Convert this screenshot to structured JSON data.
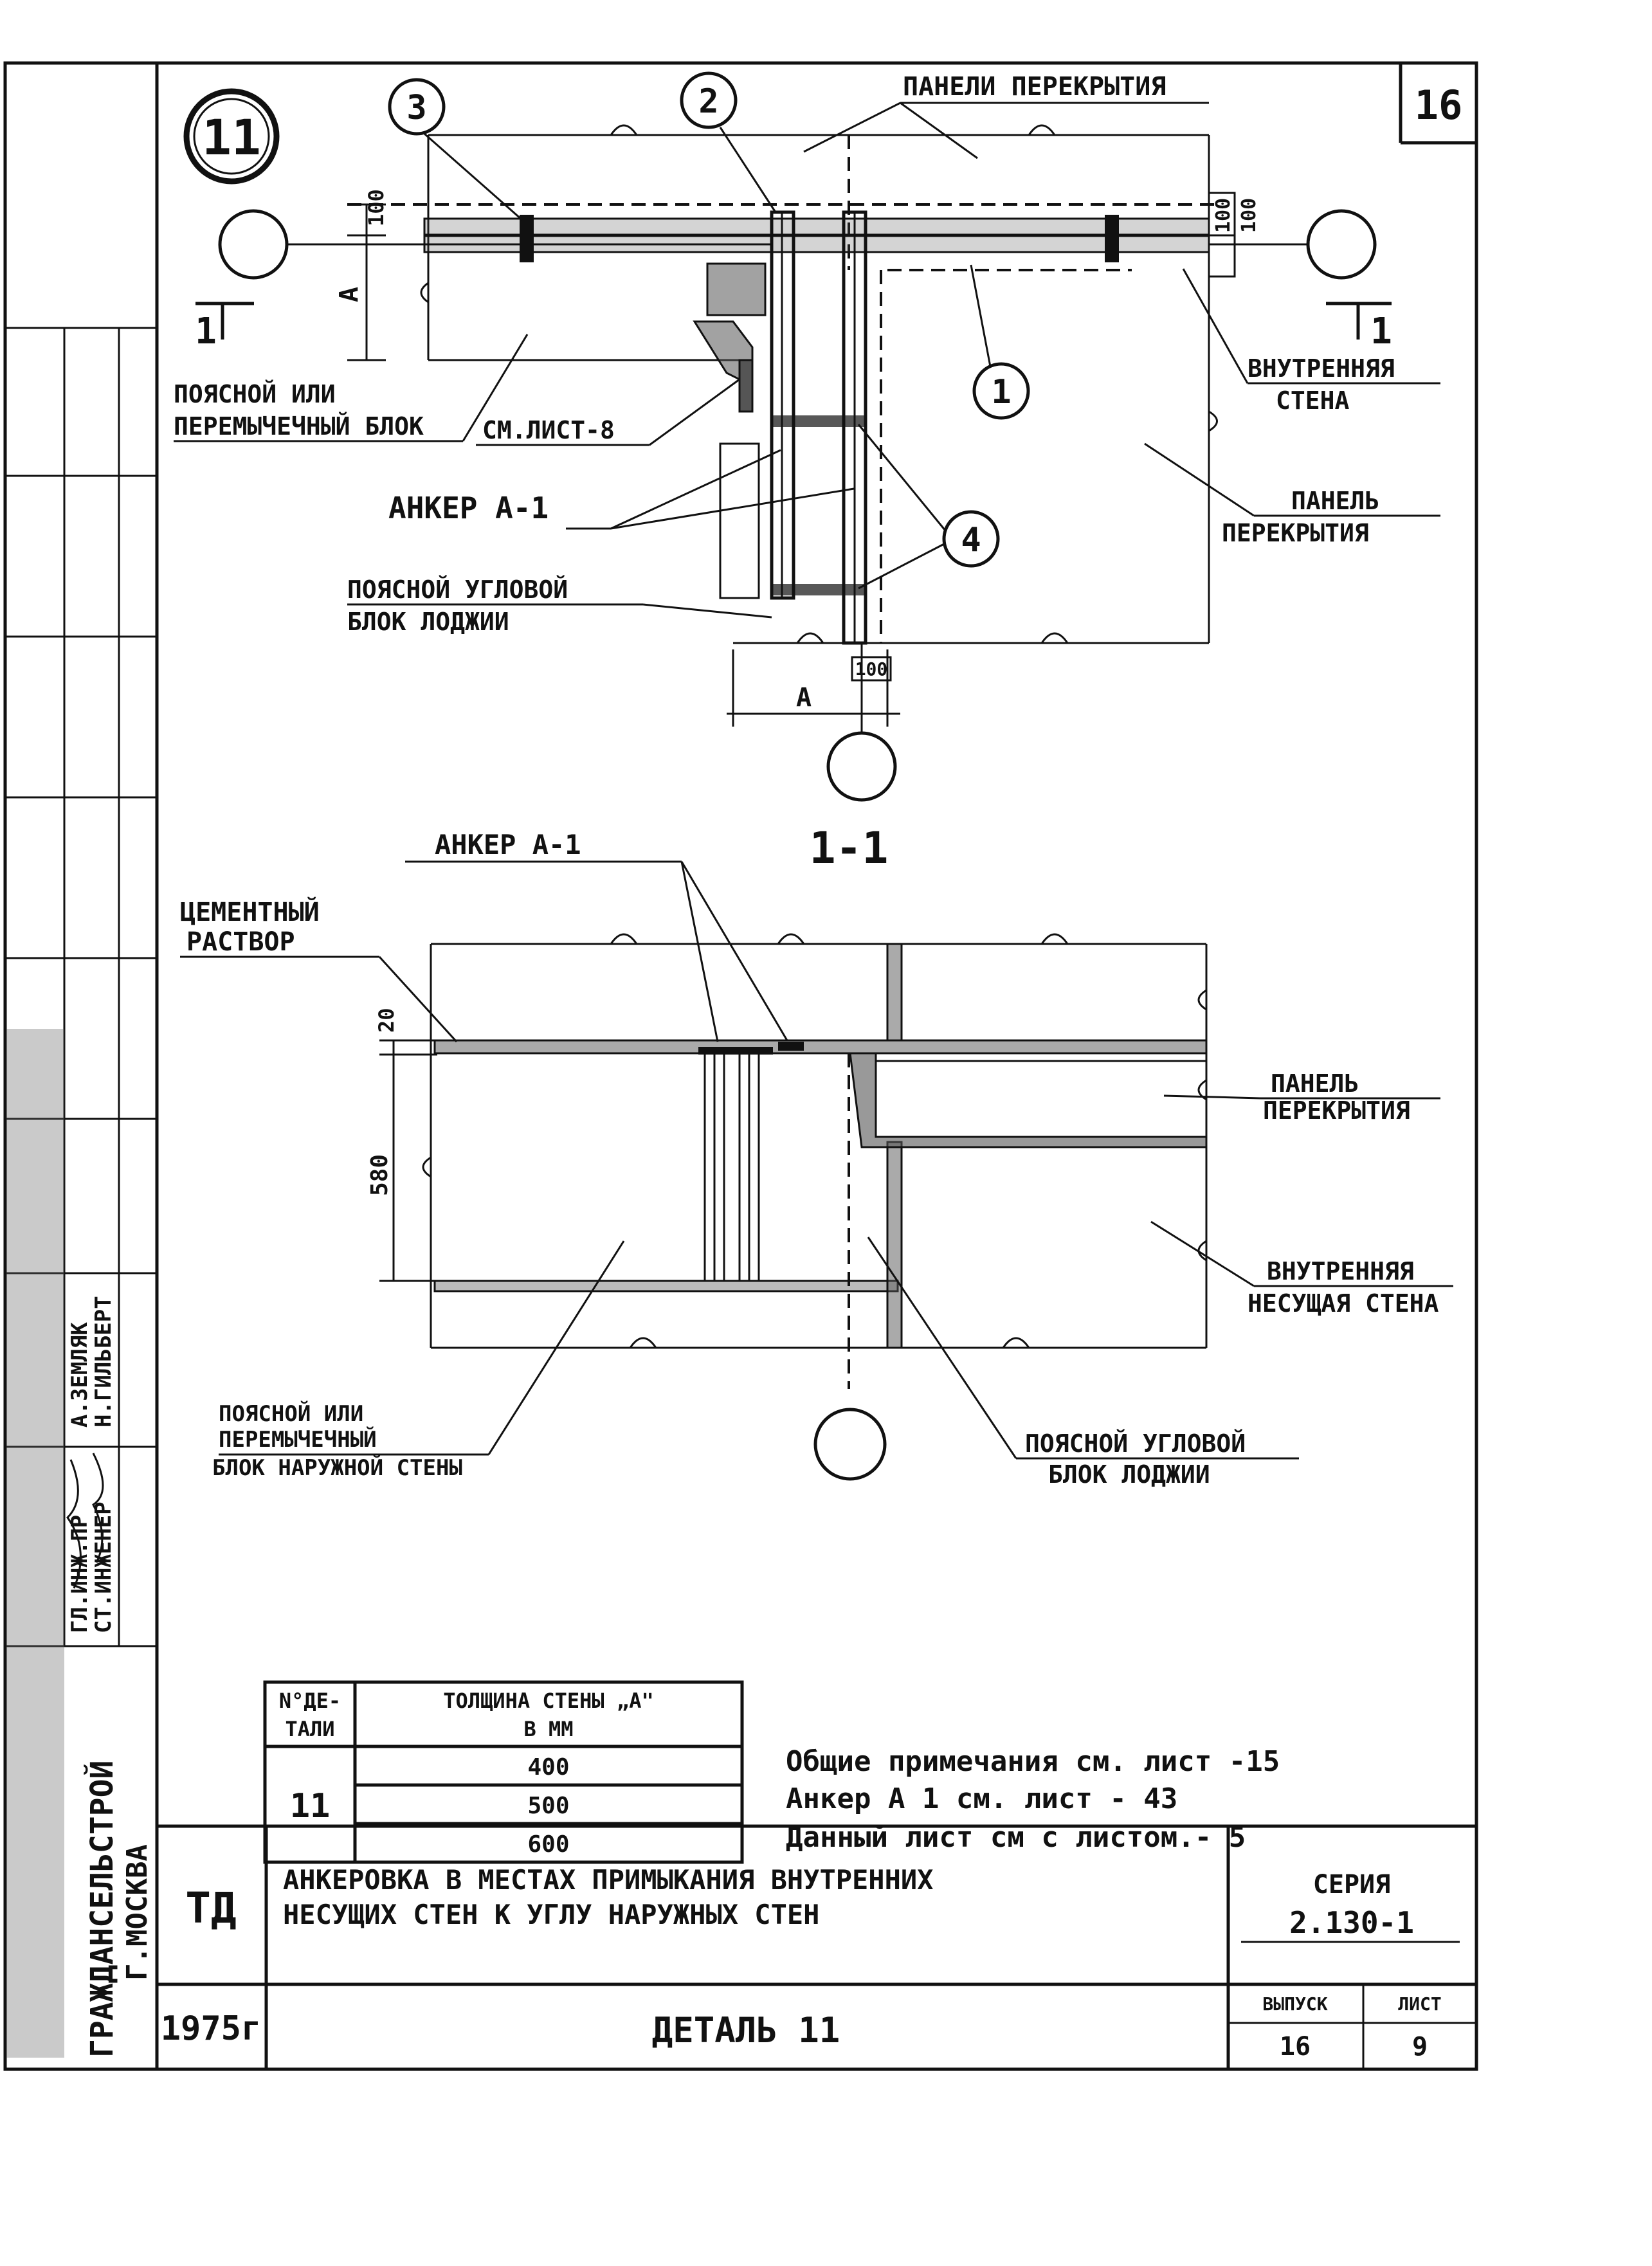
{
  "sheet_number": "16",
  "detail_badge": "11",
  "plan": {
    "callouts": [
      "3",
      "2",
      "1",
      "4"
    ],
    "labels": {
      "floor_panels": "ПАНЕЛИ ПЕРЕКРЫТИЯ",
      "belt_block_1": "ПОЯСНОЙ ИЛИ",
      "belt_block_2": "ПЕРЕМЫЧЕЧНЫЙ БЛОК",
      "see_sheet": "СМ.ЛИСТ-8",
      "anchor": "АНКЕР А-1",
      "corner_block_1": "ПОЯСНОЙ УГЛОВОЙ",
      "corner_block_2": "БЛОК ЛОДЖИИ",
      "inner_wall_1": "ВНУТРЕННЯЯ",
      "inner_wall_2": "СТЕНА",
      "panel_1": "ПАНЕЛЬ",
      "panel_2": "ПЕРЕКРЫТИЯ"
    },
    "dims": {
      "d100_left": "100",
      "dA_left": "А",
      "d100_right_a": "100",
      "d100_right_b": "100",
      "d100_bottom": "100",
      "dA_bottom": "А"
    },
    "section_marks": {
      "left": "1",
      "right": "1"
    }
  },
  "section": {
    "title": "1-1",
    "labels": {
      "anchor": "АНКЕР А-1",
      "mortar_1": "ЦЕМЕНТНЫЙ",
      "mortar_2": "РАСТВОР",
      "panel_1": "ПАНЕЛЬ",
      "panel_2": "ПЕРЕКРЫТИЯ",
      "bearing_wall_1": "ВНУТРЕННЯЯ",
      "bearing_wall_2": "НЕСУЩАЯ СТЕНА",
      "outer_block_1": "ПОЯСНОЙ ИЛИ",
      "outer_block_2": "ПЕРЕМЫЧЕЧНЫЙ",
      "outer_block_3": "БЛОК НАРУЖНОЙ СТЕНЫ",
      "corner_block_1": "ПОЯСНОЙ УГЛОВОЙ",
      "corner_block_2": "БЛОК ЛОДЖИИ"
    },
    "dims": {
      "d20": "20",
      "d580": "580"
    }
  },
  "table": {
    "header_col1_1": "N°ДЕ-",
    "header_col1_2": "ТАЛИ",
    "header_col2_1": "ТОЛЩИНА СТЕНЫ „А\"",
    "header_col2_2": "В ММ",
    "detail": "11",
    "rows": [
      "400",
      "500",
      "600"
    ]
  },
  "notes": [
    "Общие примечания см. лист -15",
    "Анкер А 1 см. лист - 43",
    "Данный лист см с листом.- 5"
  ],
  "side_stamp": {
    "org_1": "ГРАЖДАНСЕЛЬСТРОЙ",
    "org_2": "Г.МОСКВА",
    "role_1": "СТ.ИНЖЕНЕР",
    "role_2": "ГЛ.ИНЖ.ПР",
    "name_1": "Н.ГИЛЬБЕРТ",
    "name_2": "А.ЗЕМЛЯК"
  },
  "title_block": {
    "code": "ТД",
    "title_line_1": "АНКЕРОВКА В МЕСТАХ ПРИМЫКАНИЯ ВНУТРЕННИХ",
    "title_line_2": "НЕСУЩИХ СТЕН К УГЛУ НАРУЖНЫХ СТЕН",
    "series_label": "СЕРИЯ",
    "series_value": "2.130-1",
    "year": "1975г",
    "detail_title": "ДЕТАЛЬ 11",
    "issue_label": "ВЫПУСК",
    "sheet_label": "ЛИСТ",
    "issue_value": "16",
    "sheet_value": "9"
  }
}
